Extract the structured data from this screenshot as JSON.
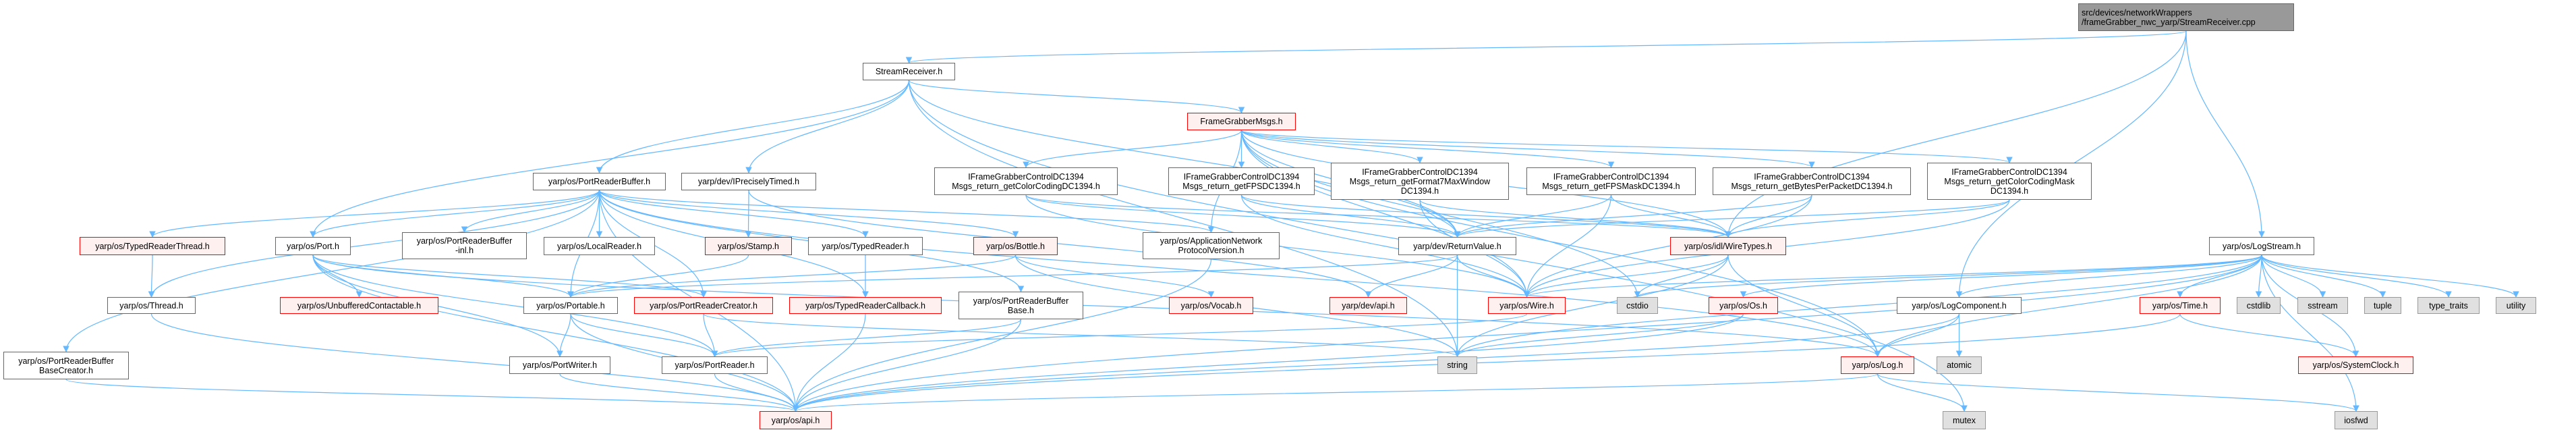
{
  "graph": {
    "title": "include dependency graph",
    "edge_color": "#63b8ff",
    "nodes": [
      {
        "id": "root",
        "label": "src/devices/networkWrappers\n/frameGrabber_nwc_yarp/StreamReceiver.cpp",
        "kind": "root"
      },
      {
        "id": "sr",
        "label": "StreamReceiver.h",
        "kind": "plain"
      },
      {
        "id": "fgm",
        "label": "FrameGrabberMsgs.h",
        "kind": "red"
      },
      {
        "id": "prb",
        "label": "yarp/os/PortReaderBuffer.h",
        "kind": "plain"
      },
      {
        "id": "ipt",
        "label": "yarp/dev/IPreciselyTimed.h",
        "kind": "plain"
      },
      {
        "id": "ifg_cc",
        "label": "IFrameGrabberControlDC1394\nMsgs_return_getColorCodingDC1394.h",
        "kind": "plain"
      },
      {
        "id": "ifg_fps",
        "label": "IFrameGrabberControlDC1394\nMsgs_return_getFPSDC1394.h",
        "kind": "plain"
      },
      {
        "id": "ifg_f7",
        "label": "IFrameGrabberControlDC1394\nMsgs_return_getFormat7MaxWindow\nDC1394.h",
        "kind": "plain"
      },
      {
        "id": "ifg_fpsm",
        "label": "IFrameGrabberControlDC1394\nMsgs_return_getFPSMaskDC1394.h",
        "kind": "plain"
      },
      {
        "id": "ifg_bpp",
        "label": "IFrameGrabberControlDC1394\nMsgs_return_getBytesPerPacketDC1394.h",
        "kind": "plain"
      },
      {
        "id": "ifg_ccm",
        "label": "IFrameGrabberControlDC1394\nMsgs_return_getColorCodingMask\nDC1394.h",
        "kind": "plain"
      },
      {
        "id": "trt",
        "label": "yarp/os/TypedReaderThread.h",
        "kind": "red"
      },
      {
        "id": "port",
        "label": "yarp/os/Port.h",
        "kind": "plain"
      },
      {
        "id": "prbinl",
        "label": "yarp/os/PortReaderBuffer\n-inl.h",
        "kind": "plain"
      },
      {
        "id": "lr",
        "label": "yarp/os/LocalReader.h",
        "kind": "plain"
      },
      {
        "id": "stamp",
        "label": "yarp/os/Stamp.h",
        "kind": "red"
      },
      {
        "id": "tr",
        "label": "yarp/os/TypedReader.h",
        "kind": "plain"
      },
      {
        "id": "bottle",
        "label": "yarp/os/Bottle.h",
        "kind": "red"
      },
      {
        "id": "anpv",
        "label": "yarp/os/ApplicationNetwork\nProtocolVersion.h",
        "kind": "plain"
      },
      {
        "id": "rv",
        "label": "yarp/dev/ReturnValue.h",
        "kind": "plain"
      },
      {
        "id": "wt",
        "label": "yarp/os/idl/WireTypes.h",
        "kind": "red"
      },
      {
        "id": "ls",
        "label": "yarp/os/LogStream.h",
        "kind": "plain"
      },
      {
        "id": "thread",
        "label": "yarp/os/Thread.h",
        "kind": "plain"
      },
      {
        "id": "uc",
        "label": "yarp/os/UnbufferedContactable.h",
        "kind": "red"
      },
      {
        "id": "portable",
        "label": "yarp/os/Portable.h",
        "kind": "plain"
      },
      {
        "id": "prc",
        "label": "yarp/os/PortReaderCreator.h",
        "kind": "red"
      },
      {
        "id": "trc",
        "label": "yarp/os/TypedReaderCallback.h",
        "kind": "red"
      },
      {
        "id": "prbb",
        "label": "yarp/os/PortReaderBuffer\nBase.h",
        "kind": "plain"
      },
      {
        "id": "vocab",
        "label": "yarp/os/Vocab.h",
        "kind": "red"
      },
      {
        "id": "devapi",
        "label": "yarp/dev/api.h",
        "kind": "red"
      },
      {
        "id": "wire",
        "label": "yarp/os/Wire.h",
        "kind": "red"
      },
      {
        "id": "cstdio",
        "label": "cstdio",
        "kind": "sys"
      },
      {
        "id": "os",
        "label": "yarp/os/Os.h",
        "kind": "red"
      },
      {
        "id": "lc",
        "label": "yarp/os/LogComponent.h",
        "kind": "plain"
      },
      {
        "id": "time",
        "label": "yarp/os/Time.h",
        "kind": "red"
      },
      {
        "id": "cstdlib",
        "label": "cstdlib",
        "kind": "sys"
      },
      {
        "id": "sstream",
        "label": "sstream",
        "kind": "sys"
      },
      {
        "id": "tuple",
        "label": "tuple",
        "kind": "sys"
      },
      {
        "id": "tt",
        "label": "type_traits",
        "kind": "sys"
      },
      {
        "id": "utility",
        "label": "utility",
        "kind": "sys"
      },
      {
        "id": "prbbc",
        "label": "yarp/os/PortReaderBuffer\nBaseCreator.h",
        "kind": "plain"
      },
      {
        "id": "pw",
        "label": "yarp/os/PortWriter.h",
        "kind": "plain"
      },
      {
        "id": "pr",
        "label": "yarp/os/PortReader.h",
        "kind": "plain"
      },
      {
        "id": "string",
        "label": "string",
        "kind": "sys"
      },
      {
        "id": "log",
        "label": "yarp/os/Log.h",
        "kind": "red"
      },
      {
        "id": "atomic",
        "label": "atomic",
        "kind": "sys"
      },
      {
        "id": "sc",
        "label": "yarp/os/SystemClock.h",
        "kind": "red"
      },
      {
        "id": "api",
        "label": "yarp/os/api.h",
        "kind": "red"
      },
      {
        "id": "mutex",
        "label": "mutex",
        "kind": "sys"
      },
      {
        "id": "iosfwd",
        "label": "iosfwd",
        "kind": "sys"
      }
    ],
    "edges": [
      [
        "root",
        "sr"
      ],
      [
        "root",
        "ls"
      ],
      [
        "root",
        "lc"
      ],
      [
        "root",
        "wt"
      ],
      [
        "sr",
        "prb"
      ],
      [
        "sr",
        "port"
      ],
      [
        "sr",
        "ipt"
      ],
      [
        "sr",
        "fgm"
      ],
      [
        "sr",
        "rv"
      ],
      [
        "sr",
        "mutex"
      ],
      [
        "sr",
        "string"
      ],
      [
        "fgm",
        "ifg_cc"
      ],
      [
        "fgm",
        "ifg_fps"
      ],
      [
        "fgm",
        "ifg_f7"
      ],
      [
        "fgm",
        "ifg_fpsm"
      ],
      [
        "fgm",
        "ifg_bpp"
      ],
      [
        "fgm",
        "ifg_ccm"
      ],
      [
        "fgm",
        "rv"
      ],
      [
        "fgm",
        "wt"
      ],
      [
        "fgm",
        "wire"
      ],
      [
        "fgm",
        "anpv"
      ],
      [
        "fgm",
        "cstdio"
      ],
      [
        "fgm",
        "log"
      ],
      [
        "ifg_cc",
        "rv"
      ],
      [
        "ifg_cc",
        "wt"
      ],
      [
        "ifg_cc",
        "wire"
      ],
      [
        "ifg_fps",
        "rv"
      ],
      [
        "ifg_fps",
        "wt"
      ],
      [
        "ifg_fps",
        "wire"
      ],
      [
        "ifg_f7",
        "rv"
      ],
      [
        "ifg_f7",
        "wt"
      ],
      [
        "ifg_f7",
        "wire"
      ],
      [
        "ifg_fpsm",
        "rv"
      ],
      [
        "ifg_fpsm",
        "wt"
      ],
      [
        "ifg_fpsm",
        "wire"
      ],
      [
        "ifg_bpp",
        "rv"
      ],
      [
        "ifg_bpp",
        "wt"
      ],
      [
        "ifg_bpp",
        "wire"
      ],
      [
        "ifg_ccm",
        "rv"
      ],
      [
        "ifg_ccm",
        "wt"
      ],
      [
        "ifg_ccm",
        "wire"
      ],
      [
        "prb",
        "trt"
      ],
      [
        "prb",
        "thread"
      ],
      [
        "prb",
        "port"
      ],
      [
        "prb",
        "prbinl"
      ],
      [
        "prb",
        "lr"
      ],
      [
        "prb",
        "tr"
      ],
      [
        "prb",
        "trc"
      ],
      [
        "prb",
        "prbb"
      ],
      [
        "prb",
        "prbbc"
      ],
      [
        "prb",
        "portable"
      ],
      [
        "prb",
        "prc"
      ],
      [
        "prb",
        "bottle"
      ],
      [
        "prb",
        "log"
      ],
      [
        "prb",
        "api"
      ],
      [
        "prb",
        "anpv"
      ],
      [
        "ipt",
        "stamp"
      ],
      [
        "ipt",
        "devapi"
      ],
      [
        "trt",
        "thread"
      ],
      [
        "thread",
        "api"
      ],
      [
        "port",
        "uc"
      ],
      [
        "port",
        "portable"
      ],
      [
        "port",
        "pw"
      ],
      [
        "port",
        "pr"
      ],
      [
        "port",
        "prc"
      ],
      [
        "port",
        "api"
      ],
      [
        "port",
        "log"
      ],
      [
        "portable",
        "pw"
      ],
      [
        "portable",
        "pr"
      ],
      [
        "portable",
        "api"
      ],
      [
        "pw",
        "api"
      ],
      [
        "pr",
        "api"
      ],
      [
        "prc",
        "pr"
      ],
      [
        "prc",
        "string"
      ],
      [
        "tr",
        "trc"
      ],
      [
        "trc",
        "api"
      ],
      [
        "stamp",
        "portable"
      ],
      [
        "bottle",
        "portable"
      ],
      [
        "bottle",
        "vocab"
      ],
      [
        "bottle",
        "string"
      ],
      [
        "prbb",
        "pr"
      ],
      [
        "prbb",
        "api"
      ],
      [
        "prbbc",
        "api"
      ],
      [
        "anpv",
        "api"
      ],
      [
        "rv",
        "devapi"
      ],
      [
        "rv",
        "string"
      ],
      [
        "rv",
        "portable"
      ],
      [
        "rv",
        "wire"
      ],
      [
        "wt",
        "wire"
      ],
      [
        "wt",
        "cstdio"
      ],
      [
        "wt",
        "string"
      ],
      [
        "wt",
        "log"
      ],
      [
        "wire",
        "pr"
      ],
      [
        "os",
        "string"
      ],
      [
        "os",
        "api"
      ],
      [
        "lc",
        "log"
      ],
      [
        "lc",
        "atomic"
      ],
      [
        "lc",
        "api"
      ],
      [
        "log",
        "mutex"
      ],
      [
        "log",
        "iosfwd"
      ],
      [
        "log",
        "api"
      ],
      [
        "ls",
        "lc"
      ],
      [
        "ls",
        "log"
      ],
      [
        "ls",
        "time"
      ],
      [
        "ls",
        "cstdlib"
      ],
      [
        "ls",
        "sstream"
      ],
      [
        "ls",
        "tuple"
      ],
      [
        "ls",
        "tt"
      ],
      [
        "ls",
        "utility"
      ],
      [
        "ls",
        "sc"
      ],
      [
        "ls",
        "iosfwd"
      ],
      [
        "ls",
        "os"
      ],
      [
        "ls",
        "string"
      ],
      [
        "ls",
        "cstdio"
      ],
      [
        "ls",
        "api"
      ],
      [
        "ls",
        "wire"
      ],
      [
        "time",
        "sc"
      ],
      [
        "time",
        "api"
      ]
    ]
  }
}
